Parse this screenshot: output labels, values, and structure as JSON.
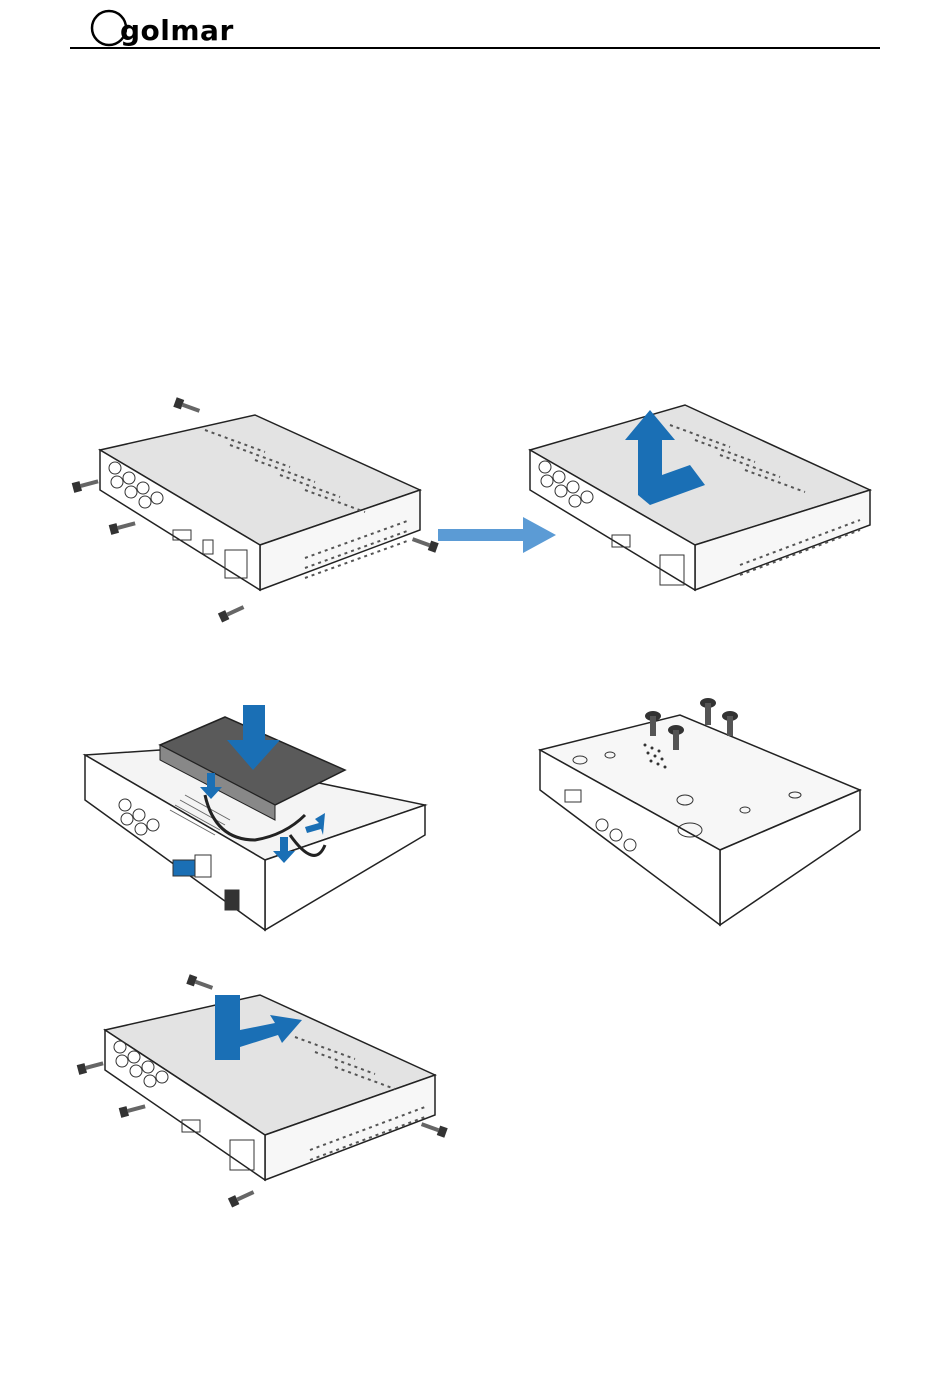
{
  "header": {
    "brand": "golmar"
  },
  "colors": {
    "accent_blue": "#1a6fb5",
    "arrow_blue": "#5b9bd5",
    "chassis_top": "#e3e3e3",
    "line": "#222222"
  },
  "figures": [
    {
      "id": "remove-screws",
      "icons": [
        "dvr-unit",
        "screw-icon",
        "screw-icon",
        "screw-icon",
        "screw-icon",
        "screw-icon"
      ]
    },
    {
      "id": "next-step",
      "icons": [
        "right-arrow-icon"
      ]
    },
    {
      "id": "slide-cover-off",
      "icons": [
        "dvr-unit",
        "lift-arrow-icon"
      ]
    },
    {
      "id": "connect-hdd",
      "icons": [
        "open-chassis",
        "hard-drive",
        "down-arrow-icon"
      ]
    },
    {
      "id": "fix-hdd-screws",
      "icons": [
        "chassis-underside",
        "screw-icon"
      ]
    },
    {
      "id": "replace-cover",
      "icons": [
        "dvr-unit",
        "slide-arrow-icon",
        "screw-icon"
      ]
    }
  ]
}
